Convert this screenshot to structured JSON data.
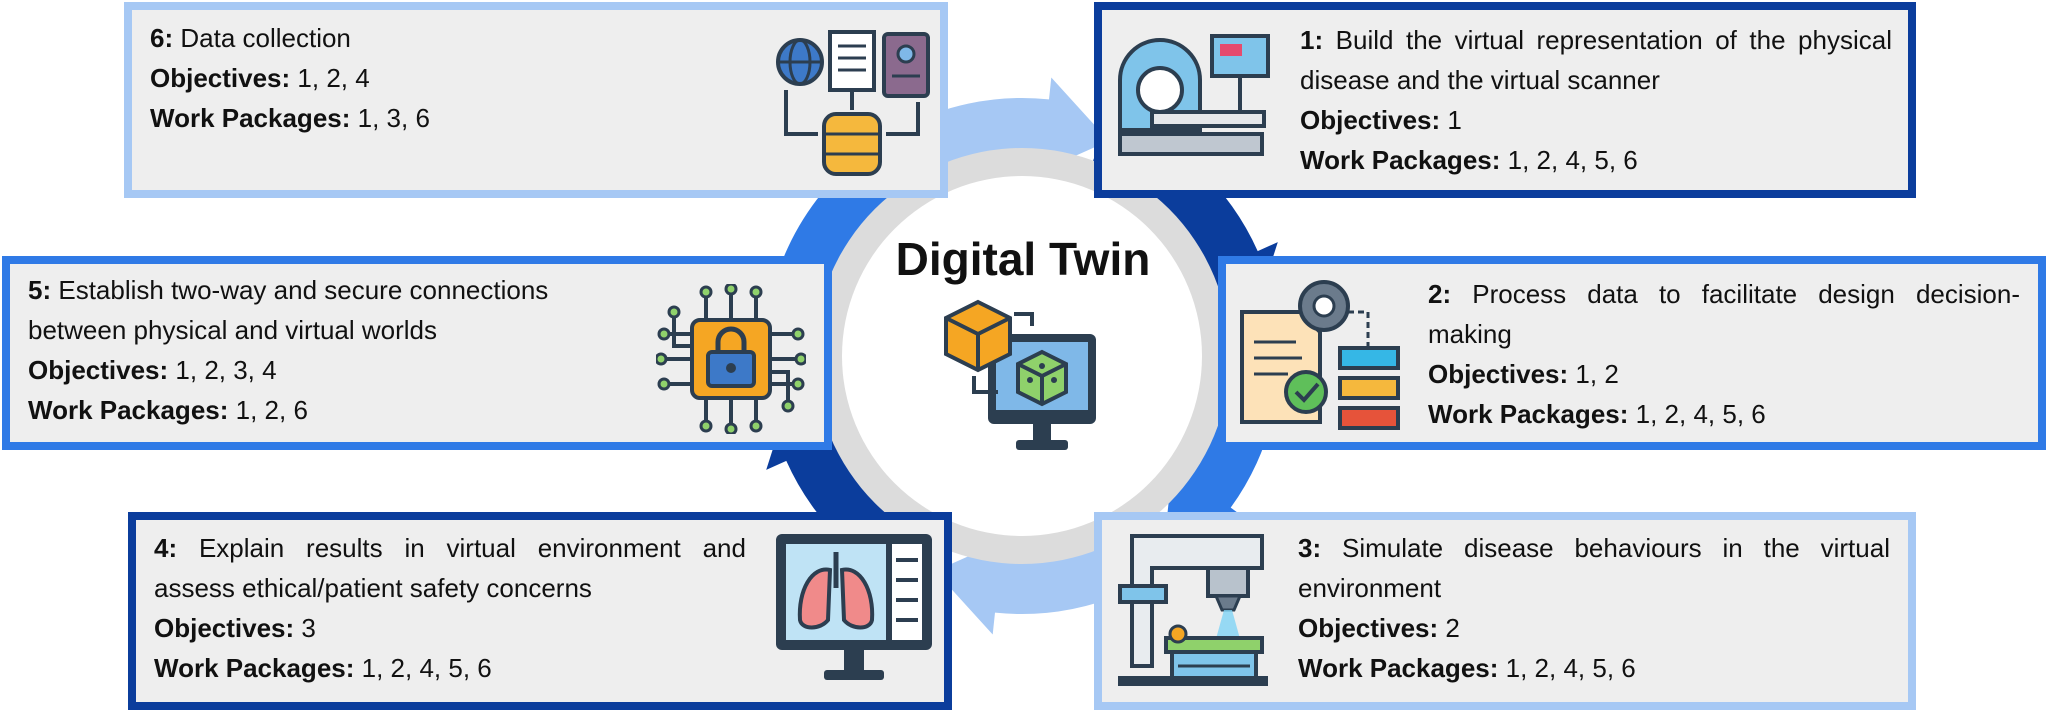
{
  "center": {
    "title": "Digital Twin"
  },
  "steps": [
    {
      "num": "1:",
      "text": "Build the virtual representation of the physical disease and the virtual scanner",
      "objectives_label": "Objectives:",
      "objectives": "1",
      "wp_label": "Work Packages:",
      "wp": "1, 2, 4, 5, 6",
      "icon": "mri-scanner-icon"
    },
    {
      "num": "2:",
      "text": "Process data to facilitate design decision-making",
      "objectives_label": "Objectives:",
      "objectives": "1, 2",
      "wp_label": "Work Packages:",
      "wp": "1, 2, 4, 5, 6",
      "icon": "data-processing-icon"
    },
    {
      "num": "3:",
      "text": "Simulate disease behaviours in the virtual environment",
      "objectives_label": "Objectives:",
      "objectives": "2",
      "wp_label": "Work Packages:",
      "wp": "1, 2, 4, 5, 6",
      "icon": "radiotherapy-machine-icon"
    },
    {
      "num": "4:",
      "text": "Explain results in virtual environment and assess ethical/patient safety concerns",
      "objectives_label": "Objectives:",
      "objectives": "3",
      "wp_label": "Work Packages:",
      "wp": "1, 2, 4, 5, 6",
      "icon": "lung-monitor-icon"
    },
    {
      "num": "5:",
      "text": "Establish two-way and secure connections between physical and virtual worlds",
      "objectives_label": "Objectives:",
      "objectives": "1, 2, 3, 4",
      "wp_label": "Work Packages:",
      "wp": "1, 2, 6",
      "icon": "secure-chip-icon"
    },
    {
      "num": "6:",
      "text": "Data collection",
      "objectives_label": "Objectives:",
      "objectives": "1, 2, 4",
      "wp_label": "Work Packages:",
      "wp": "1, 3, 6",
      "icon": "data-collection-icon"
    }
  ],
  "colors": {
    "light": "#a6c8f4",
    "mid": "#2f7ae6",
    "dark": "#0b3d9c",
    "box_fill": "#eeeeee"
  }
}
